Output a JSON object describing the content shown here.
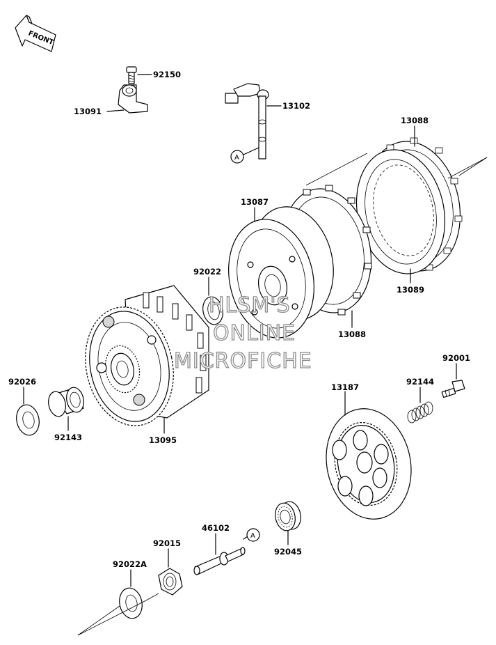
{
  "front_arrow": {
    "text": "FRONT",
    "icon": "front-arrow-icon"
  },
  "watermark": {
    "line1": "HLSM'S",
    "line2": "ONLINE",
    "line3": "MICROFICHE"
  },
  "connector_marker": "A",
  "parts": {
    "p92150": "92150",
    "p13091": "13091",
    "p13102": "13102",
    "p13088_top": "13088",
    "p13087": "13087",
    "p92022": "92022",
    "p13089": "13089",
    "p13088_bottom": "13088",
    "p92001": "92001",
    "p92026": "92026",
    "p92144": "92144",
    "p13187": "13187",
    "p92143": "92143",
    "p13095": "13095",
    "p46102": "46102",
    "p92015": "92015",
    "p92022A": "92022A",
    "p92045": "92045"
  }
}
